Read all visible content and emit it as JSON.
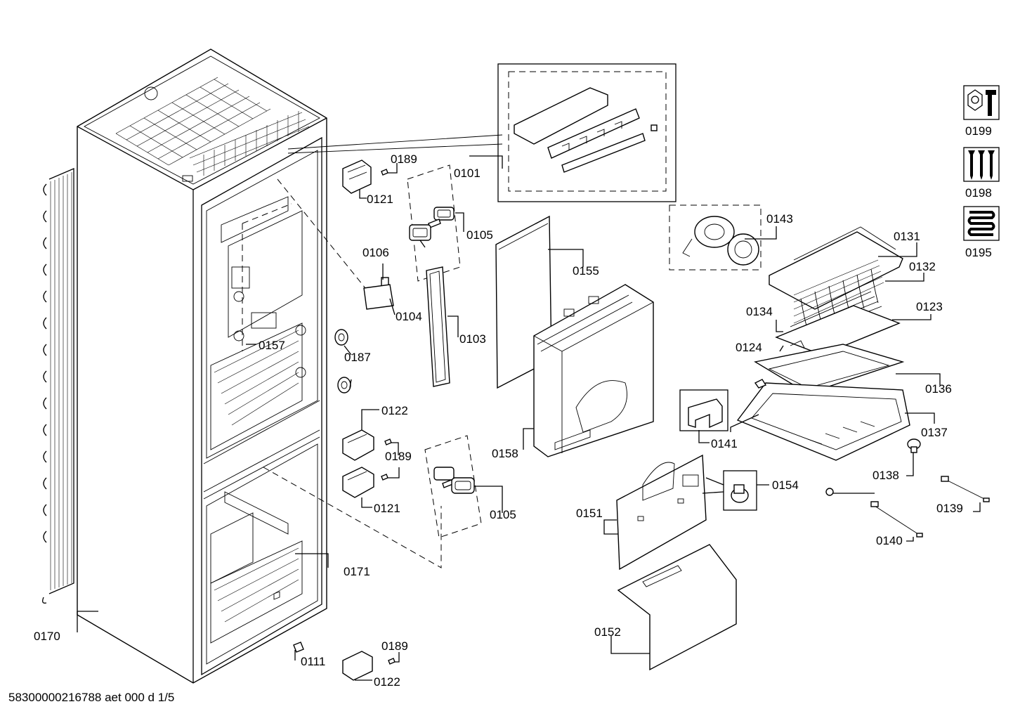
{
  "footer": {
    "document_id": "58300000216788 aet 000 d 1/5"
  },
  "icons": [
    {
      "name": "tool-wrench-icon",
      "code": "0199"
    },
    {
      "name": "screws-icon",
      "code": "0198"
    },
    {
      "name": "heater-coil-icon",
      "code": "0195"
    }
  ],
  "parts": {
    "p0101": "0101",
    "p0103": "0103",
    "p0104": "0104",
    "p0105a": "0105",
    "p0105b": "0105",
    "p0106": "0106",
    "p0111": "0111",
    "p0121a": "0121",
    "p0121b": "0121",
    "p0122a": "0122",
    "p0122b": "0122",
    "p0123": "0123",
    "p0124": "0124",
    "p0131": "0131",
    "p0132": "0132",
    "p0134": "0134",
    "p0136": "0136",
    "p0137": "0137",
    "p0138": "0138",
    "p0139": "0139",
    "p0140": "0140",
    "p0141": "0141",
    "p0143": "0143",
    "p0151": "0151",
    "p0152": "0152",
    "p0154": "0154",
    "p0155": "0155",
    "p0157": "0157",
    "p0158": "0158",
    "p0170": "0170",
    "p0171": "0171",
    "p0187": "0187",
    "p0189a": "0189",
    "p0189b": "0189",
    "p0189c": "0189"
  }
}
